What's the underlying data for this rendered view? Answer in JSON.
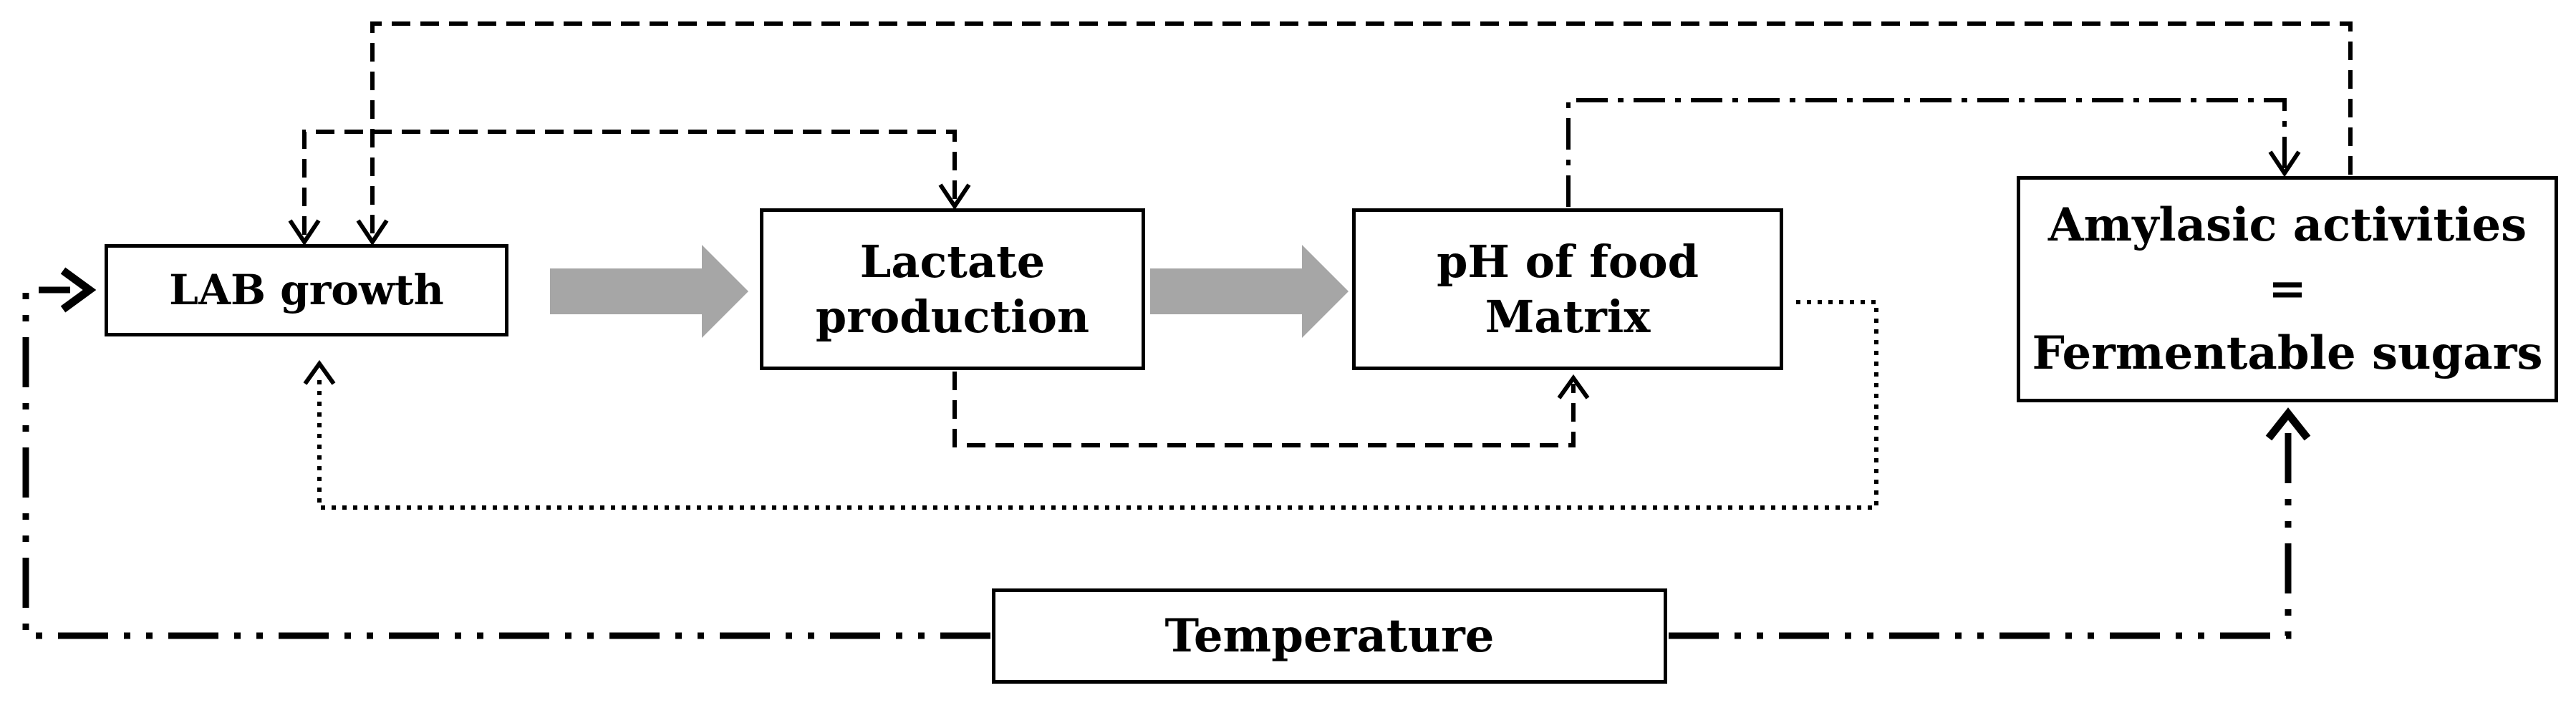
{
  "nodes": {
    "lab_growth": {
      "label": "LAB growth"
    },
    "lactate_production": {
      "lines": [
        "Lactate",
        "production"
      ]
    },
    "ph_food_matrix": {
      "lines": [
        "pH of food",
        "Matrix"
      ]
    },
    "amylasic_activities": {
      "lines": [
        "Amylasic activities",
        "=",
        "Fermentable sugars"
      ]
    },
    "temperature": {
      "label": "Temperature"
    }
  },
  "edges": [
    {
      "from": "lab_growth",
      "to": "lactate_production",
      "style": "grey-block-arrow"
    },
    {
      "from": "lactate_production",
      "to": "ph_food_matrix",
      "style": "grey-block-arrow"
    },
    {
      "from": "lab_growth",
      "to": "lactate_production",
      "style": "dashed"
    },
    {
      "from": "amylasic_activities",
      "to": "lab_growth",
      "style": "dashed"
    },
    {
      "from": "lactate_production",
      "to": "ph_food_matrix",
      "style": "dashed"
    },
    {
      "from": "ph_food_matrix",
      "to": "amylasic_activities",
      "style": "dash-dot"
    },
    {
      "from": "ph_food_matrix",
      "to": "lab_growth",
      "style": "dotted"
    },
    {
      "from": "temperature",
      "to": "lab_growth",
      "style": "dash-dot-dot"
    },
    {
      "from": "temperature",
      "to": "amylasic_activities",
      "style": "dash-dot-dot"
    }
  ]
}
